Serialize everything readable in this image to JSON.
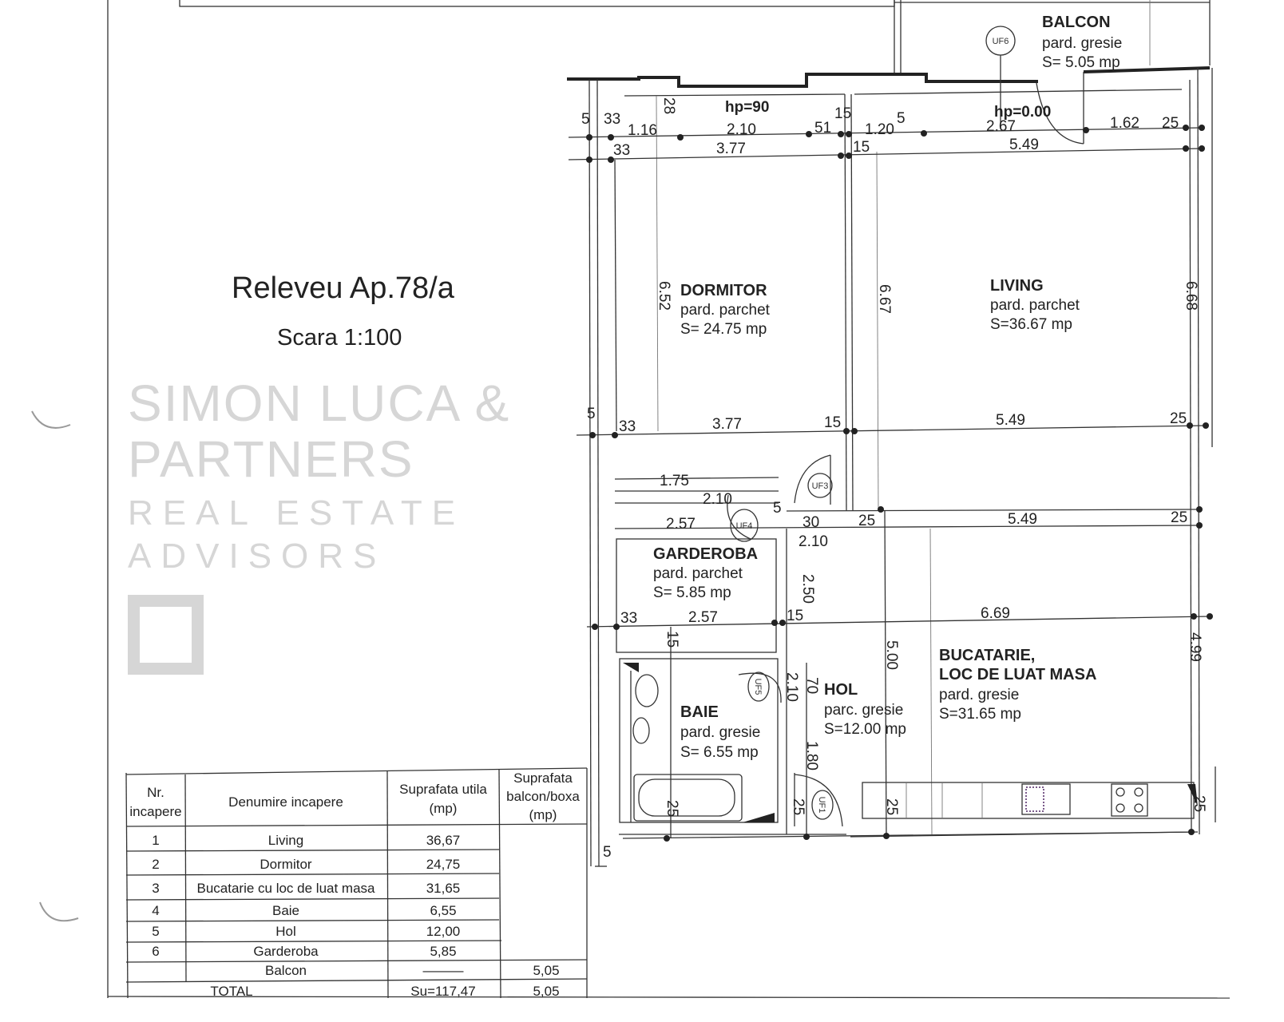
{
  "title": "Releveu Ap.78/a",
  "scale": "Scara 1:100",
  "watermark": {
    "line1": "SIMON LUCA & PARTNERS",
    "line2": "REAL ESTATE ADVISORS"
  },
  "rooms": {
    "balcon": {
      "name": "BALCON",
      "floor": "pard. gresie",
      "area": "S= 5.05 mp"
    },
    "dormitor": {
      "name": "DORMITOR",
      "floor": "pard. parchet",
      "area": "S= 24.75 mp"
    },
    "living": {
      "name": "LIVING",
      "floor": "pard. parchet",
      "area": "S=36.67  mp"
    },
    "garderoba": {
      "name": "GARDEROBA",
      "floor": "pard. parchet",
      "area": "S= 5.85 mp"
    },
    "baie": {
      "name": "BAIE",
      "floor": "pard. gresie",
      "area": "S= 6.55 mp"
    },
    "hol": {
      "name": "HOL",
      "floor": "parc. gresie",
      "area": "S=12.00 mp"
    },
    "bucatarie": {
      "name": "BUCATARIE,",
      "name2": "LOC DE LUAT MASA",
      "floor": "pard. gresie",
      "area": "S=31.65  mp"
    }
  },
  "markers": [
    "UF6",
    "UF3",
    "UF4",
    "UF5",
    "UF1"
  ],
  "heights": {
    "hp1": "hp=90",
    "hp2": "hp=0.00"
  },
  "dims": [
    "5",
    "33",
    "1.16",
    "2.10",
    "51",
    "15",
    "1.20",
    "5",
    "2.67",
    "1.62",
    "25",
    "28",
    "33",
    "3.77",
    "15",
    "5.49",
    "6.52",
    "6.67",
    "6.68",
    "5",
    "33",
    "3.77",
    "15",
    "5.49",
    "25",
    "1.75",
    "2.10",
    "5",
    "2.57",
    "30",
    "2.10",
    "25",
    "5.49",
    "25",
    "2.50",
    "33",
    "2.57",
    "15",
    "6.69",
    "4.99",
    "5.00",
    "15",
    "70",
    "2.10",
    "1.80",
    "25",
    "25",
    "25",
    "25",
    "5"
  ],
  "table": {
    "headers": [
      "Nr. incapere",
      "Denumire incapere",
      "Suprafata utila (mp)",
      "Suprafata balcon/boxa (mp)"
    ],
    "header_lines": {
      "h0a": "Nr.",
      "h0b": "incapere",
      "h2a": "Suprafata utila",
      "h2b": "(mp)",
      "h3a": "Suprafata",
      "h3b": "balcon/boxa",
      "h3c": "(mp)"
    },
    "rows": [
      {
        "nr": "1",
        "name": "Living",
        "su": "36,67",
        "sb": ""
      },
      {
        "nr": "2",
        "name": "Dormitor",
        "su": "24,75",
        "sb": ""
      },
      {
        "nr": "3",
        "name": "Bucatarie cu loc de luat masa",
        "su": "31,65",
        "sb": ""
      },
      {
        "nr": "4",
        "name": "Baie",
        "su": "6,55",
        "sb": ""
      },
      {
        "nr": "5",
        "name": "Hol",
        "su": "12,00",
        "sb": ""
      },
      {
        "nr": "6",
        "name": "Garderoba",
        "su": "5,85",
        "sb": ""
      },
      {
        "nr": "",
        "name": "Balcon",
        "su": "———",
        "sb": "5,05"
      }
    ],
    "total": {
      "label": "TOTAL",
      "su": "Su=117,47",
      "sb": "5,05"
    }
  }
}
